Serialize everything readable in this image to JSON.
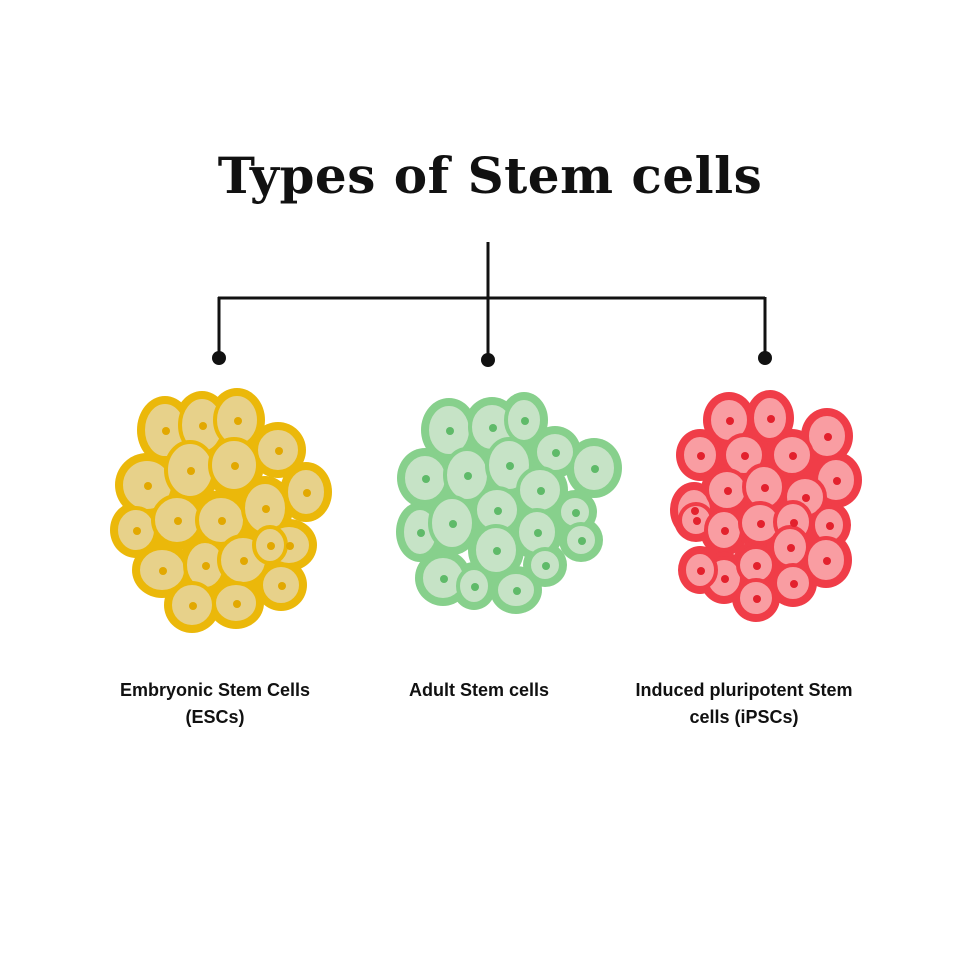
{
  "title": "Types of Stem cells",
  "types": [
    {
      "key": "esc",
      "label_line1": "Embryonic Stem Cells",
      "label_line2": "(ESCs)",
      "fill": "#e7d18a",
      "stroke": "#ebb80a",
      "nucleus": "#e2a800"
    },
    {
      "key": "adult",
      "label_line1": "Adult Stem cells",
      "label_line2": "",
      "fill": "#c6e3c6",
      "stroke": "#87d08c",
      "nucleus": "#5fba69"
    },
    {
      "key": "ipsc",
      "label_line1": "Induced pluripotent Stem",
      "label_line2": "cells (iPSCs)",
      "fill": "#f99da2",
      "stroke": "#f03d48",
      "nucleus": "#e3212d"
    }
  ],
  "connector_color": "#111111"
}
